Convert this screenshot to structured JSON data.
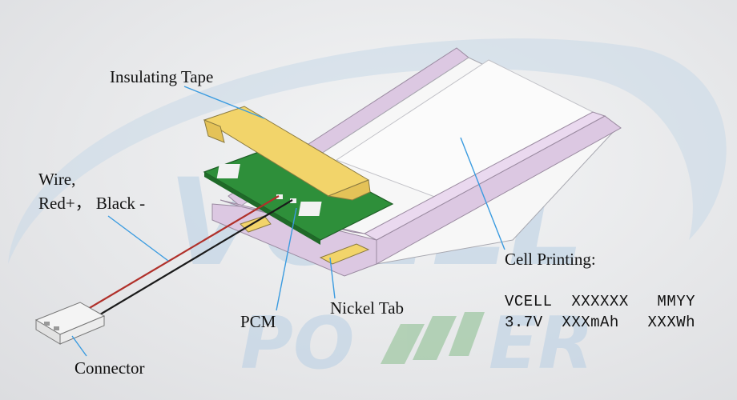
{
  "watermark": {
    "top": "VCELL",
    "bottom_left": "PO",
    "bottom_right": "ER"
  },
  "labels": {
    "insulating_tape": "Insulating Tape",
    "wire_line1": "Wire,",
    "wire_line2": "Red+， Black -",
    "cell_printing": "Cell Printing:",
    "pcm": "PCM",
    "nickel_tab": "Nickel Tab",
    "connector": "Connector"
  },
  "cell_printing_lines": [
    "VCELL  XXXXXX   MMYY",
    "3.7V  XXXmAh   XXXWh"
  ],
  "colors": {
    "tape": "#f2d46a",
    "pcm": "#2e8f3a",
    "cell_frame": "#d9c4df",
    "cell_body": "#f7f7f7",
    "wire_red": "#b0302a",
    "leader": "#3a9be0",
    "watermark": "#b8cfe4"
  }
}
